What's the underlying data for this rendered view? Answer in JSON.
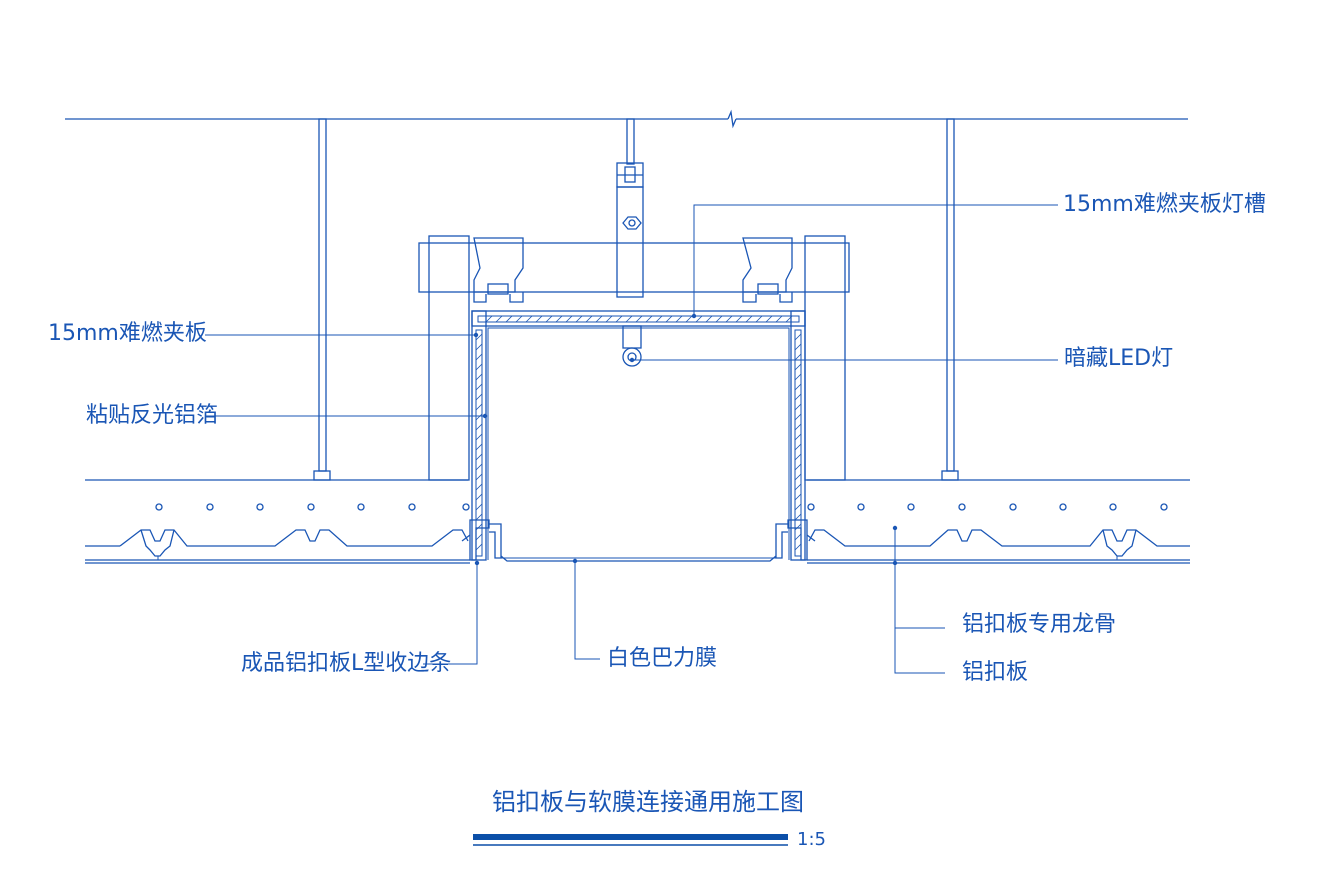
{
  "labels": {
    "light_trough": "15mm难燃夹板灯槽",
    "fire_board": "15mm难燃夹板",
    "hidden_led": "暗藏LED灯",
    "foil": "粘贴反光铝箔",
    "l_trim": "成品铝扣板L型收边条",
    "membrane": "白色巴力膜",
    "keel": "铝扣板专用龙骨",
    "panel": "铝扣板"
  },
  "title": "铝扣板与软膜连接通用施工图",
  "scale": "1:5",
  "colors": {
    "line": "#1a56b5",
    "title_bar": "#0b4fa8"
  }
}
